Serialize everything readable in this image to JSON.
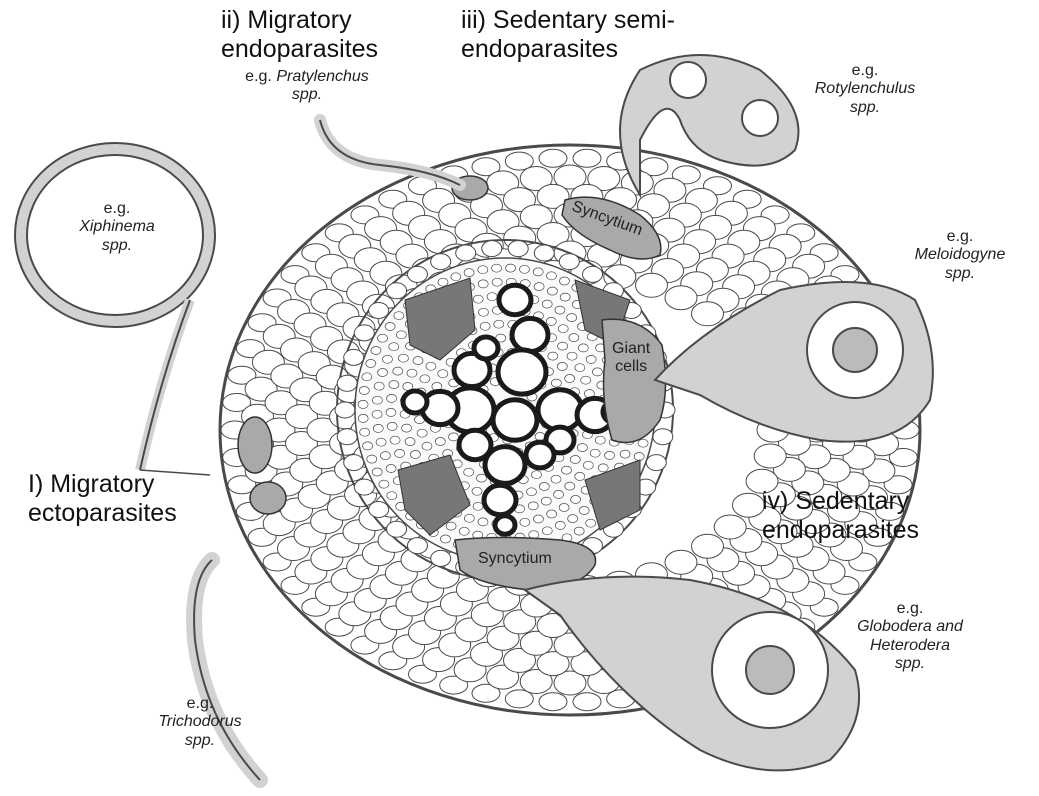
{
  "groups": {
    "migratory_ecto": {
      "title_line1": "I) Migratory",
      "title_line2": "ectoparasites",
      "examples": [
        {
          "eg": "e.g.",
          "genus_line1": "Xiphinema",
          "genus_line2": "spp."
        },
        {
          "eg": "e.g.",
          "genus_line1": "Trichodorus",
          "genus_line2": "spp."
        }
      ]
    },
    "migratory_endo": {
      "title_line1": "ii) Migratory",
      "title_line2": "endoparasites",
      "example": {
        "eg": "e.g.",
        "genus": "Pratylenchus",
        "spp": "spp."
      }
    },
    "sedentary_semi_endo": {
      "title_line1": "iii) Sedentary semi-",
      "title_line2": "endoparasites",
      "example": {
        "eg": "e.g.",
        "genus_line1": "Rotylenchulus",
        "genus_line2": "spp."
      }
    },
    "sedentary_endo": {
      "title_line1": "iv) Sedentary",
      "title_line2": "endoparasites",
      "examples": [
        {
          "eg": "e.g.",
          "genus_line1": "Meloidogyne",
          "genus_line2": "spp."
        },
        {
          "eg": "e.g.",
          "genus_line1": "Globodera and",
          "genus_line2": "Heterodera",
          "genus_line3": "spp."
        }
      ]
    }
  },
  "feeding_sites": {
    "syncytium_upper": "Syncytium",
    "giant_cells_line1": "Giant",
    "giant_cells_line2": "cells",
    "syncytium_lower": "Syncytium"
  },
  "colors": {
    "outline": "#4a4a4a",
    "cell_fill": "#ffffff",
    "feeding_site": "#a9a9a9",
    "phloem": "#777777",
    "xylem_wall": "#1a1a1a",
    "nematode_body": "#d2d2d2"
  }
}
